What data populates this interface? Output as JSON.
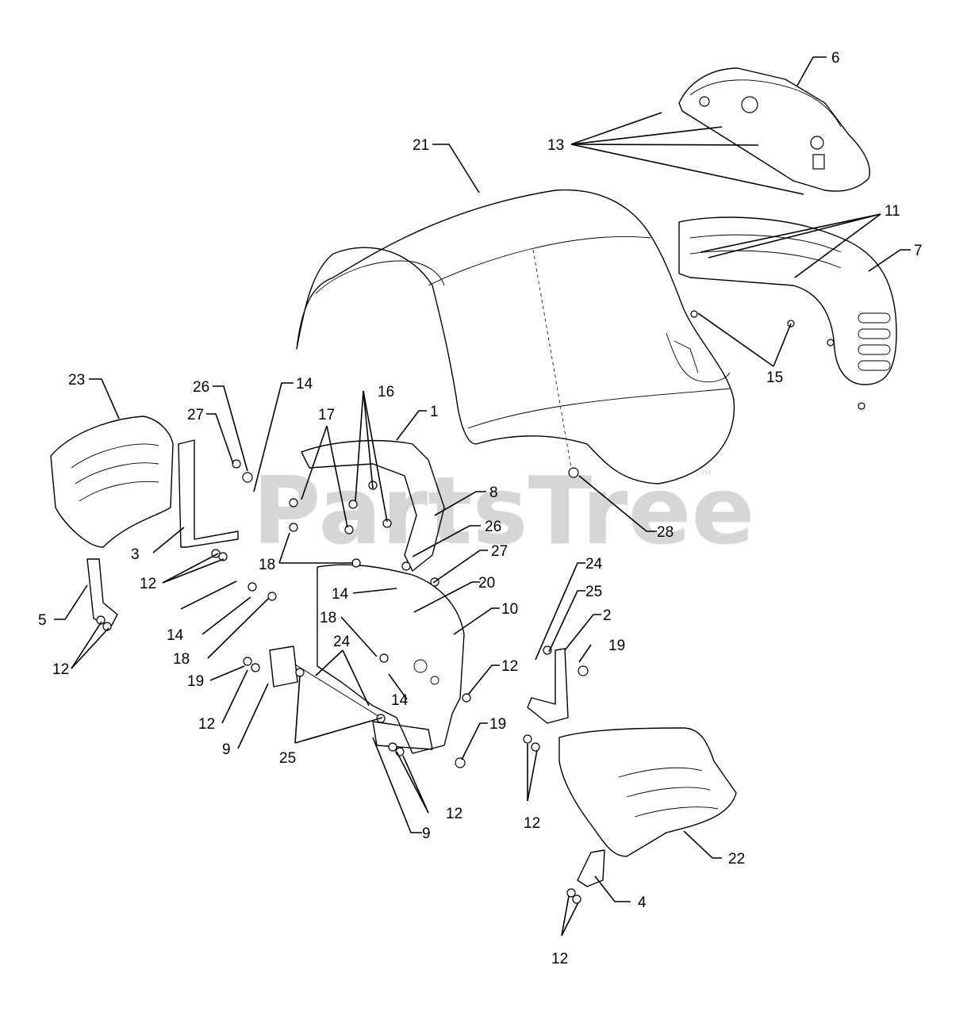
{
  "watermark": {
    "text": "PartsTree",
    "trademark": "™"
  },
  "callouts": [
    {
      "id": "c6",
      "label": "6"
    },
    {
      "id": "c13",
      "label": "13"
    },
    {
      "id": "c21",
      "label": "21"
    },
    {
      "id": "c11",
      "label": "11"
    },
    {
      "id": "c7",
      "label": "7"
    },
    {
      "id": "c15",
      "label": "15"
    },
    {
      "id": "c23",
      "label": "23"
    },
    {
      "id": "c26a",
      "label": "26"
    },
    {
      "id": "c14a",
      "label": "14"
    },
    {
      "id": "c16",
      "label": "16"
    },
    {
      "id": "c1",
      "label": "1"
    },
    {
      "id": "c27a",
      "label": "27"
    },
    {
      "id": "c17",
      "label": "17"
    },
    {
      "id": "c8",
      "label": "8"
    },
    {
      "id": "c28",
      "label": "28"
    },
    {
      "id": "c26b",
      "label": "26"
    },
    {
      "id": "c3",
      "label": "3"
    },
    {
      "id": "c27b",
      "label": "27"
    },
    {
      "id": "c18a",
      "label": "18"
    },
    {
      "id": "c12a",
      "label": "12"
    },
    {
      "id": "c14b",
      "label": "14"
    },
    {
      "id": "c20a",
      "label": "20"
    },
    {
      "id": "c24a",
      "label": "24"
    },
    {
      "id": "c25a",
      "label": "25"
    },
    {
      "id": "c5",
      "label": "5"
    },
    {
      "id": "c14c",
      "label": "14"
    },
    {
      "id": "c10",
      "label": "10"
    },
    {
      "id": "c2",
      "label": "2"
    },
    {
      "id": "c18b",
      "label": "18"
    },
    {
      "id": "c18c",
      "label": "18"
    },
    {
      "id": "c19a",
      "label": "19"
    },
    {
      "id": "c12b",
      "label": "12"
    },
    {
      "id": "c24b",
      "label": "24"
    },
    {
      "id": "c12c",
      "label": "12"
    },
    {
      "id": "c19b",
      "label": "19"
    },
    {
      "id": "c14d",
      "label": "14"
    },
    {
      "id": "c12d",
      "label": "12"
    },
    {
      "id": "c9a",
      "label": "9"
    },
    {
      "id": "c19c",
      "label": "19"
    },
    {
      "id": "c25b",
      "label": "25"
    },
    {
      "id": "c12e",
      "label": "12"
    },
    {
      "id": "c12f",
      "label": "12"
    },
    {
      "id": "c9b",
      "label": "9"
    },
    {
      "id": "c22",
      "label": "22"
    },
    {
      "id": "c4",
      "label": "4"
    },
    {
      "id": "c12g",
      "label": "12"
    }
  ]
}
